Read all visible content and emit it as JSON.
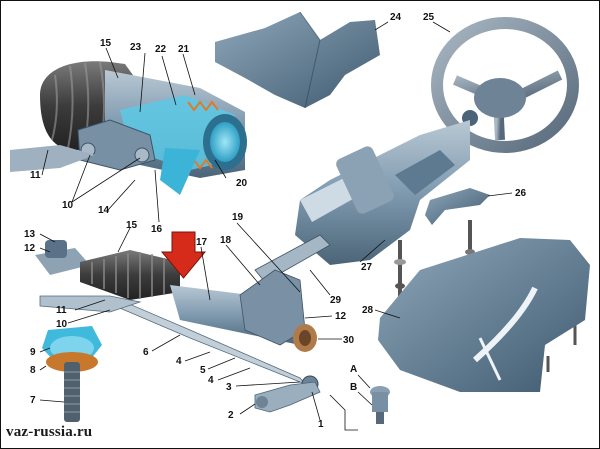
{
  "watermark": "vaz-russia.ru",
  "callouts": [
    {
      "id": "c1",
      "text": "1"
    },
    {
      "id": "c2",
      "text": "2"
    },
    {
      "id": "c3",
      "text": "3"
    },
    {
      "id": "c4",
      "text": "4"
    },
    {
      "id": "c4b",
      "text": "4"
    },
    {
      "id": "c5",
      "text": "5"
    },
    {
      "id": "c6",
      "text": "6"
    },
    {
      "id": "c7",
      "text": "7"
    },
    {
      "id": "c8",
      "text": "8"
    },
    {
      "id": "c9",
      "text": "9"
    },
    {
      "id": "c10a",
      "text": "10"
    },
    {
      "id": "c10b",
      "text": "10"
    },
    {
      "id": "c11a",
      "text": "11"
    },
    {
      "id": "c11b",
      "text": "11"
    },
    {
      "id": "c12a",
      "text": "12"
    },
    {
      "id": "c12b",
      "text": "12"
    },
    {
      "id": "c13",
      "text": "13"
    },
    {
      "id": "c14",
      "text": "14"
    },
    {
      "id": "c15a",
      "text": "15"
    },
    {
      "id": "c15b",
      "text": "15"
    },
    {
      "id": "c16",
      "text": "16"
    },
    {
      "id": "c17",
      "text": "17"
    },
    {
      "id": "c18",
      "text": "18"
    },
    {
      "id": "c19",
      "text": "19"
    },
    {
      "id": "c20",
      "text": "20"
    },
    {
      "id": "c21",
      "text": "21"
    },
    {
      "id": "c22",
      "text": "22"
    },
    {
      "id": "c23",
      "text": "23"
    },
    {
      "id": "c24",
      "text": "24"
    },
    {
      "id": "c25",
      "text": "25"
    },
    {
      "id": "c26",
      "text": "26"
    },
    {
      "id": "c27",
      "text": "27"
    },
    {
      "id": "c28",
      "text": "28"
    },
    {
      "id": "c29",
      "text": "29"
    },
    {
      "id": "c30",
      "text": "30"
    },
    {
      "id": "cA",
      "text": "A"
    },
    {
      "id": "cB",
      "text": "B"
    }
  ],
  "colors": {
    "metal_blue": "#6f8ca3",
    "metal_dark": "#3e5366",
    "rubber": "#4a4a4a",
    "highlight_cyan": "#4fc3e0",
    "arrow_red": "#d62a1a",
    "bronze": "#b07a4a"
  },
  "icons": {
    "pointer": "down-arrow-icon"
  }
}
